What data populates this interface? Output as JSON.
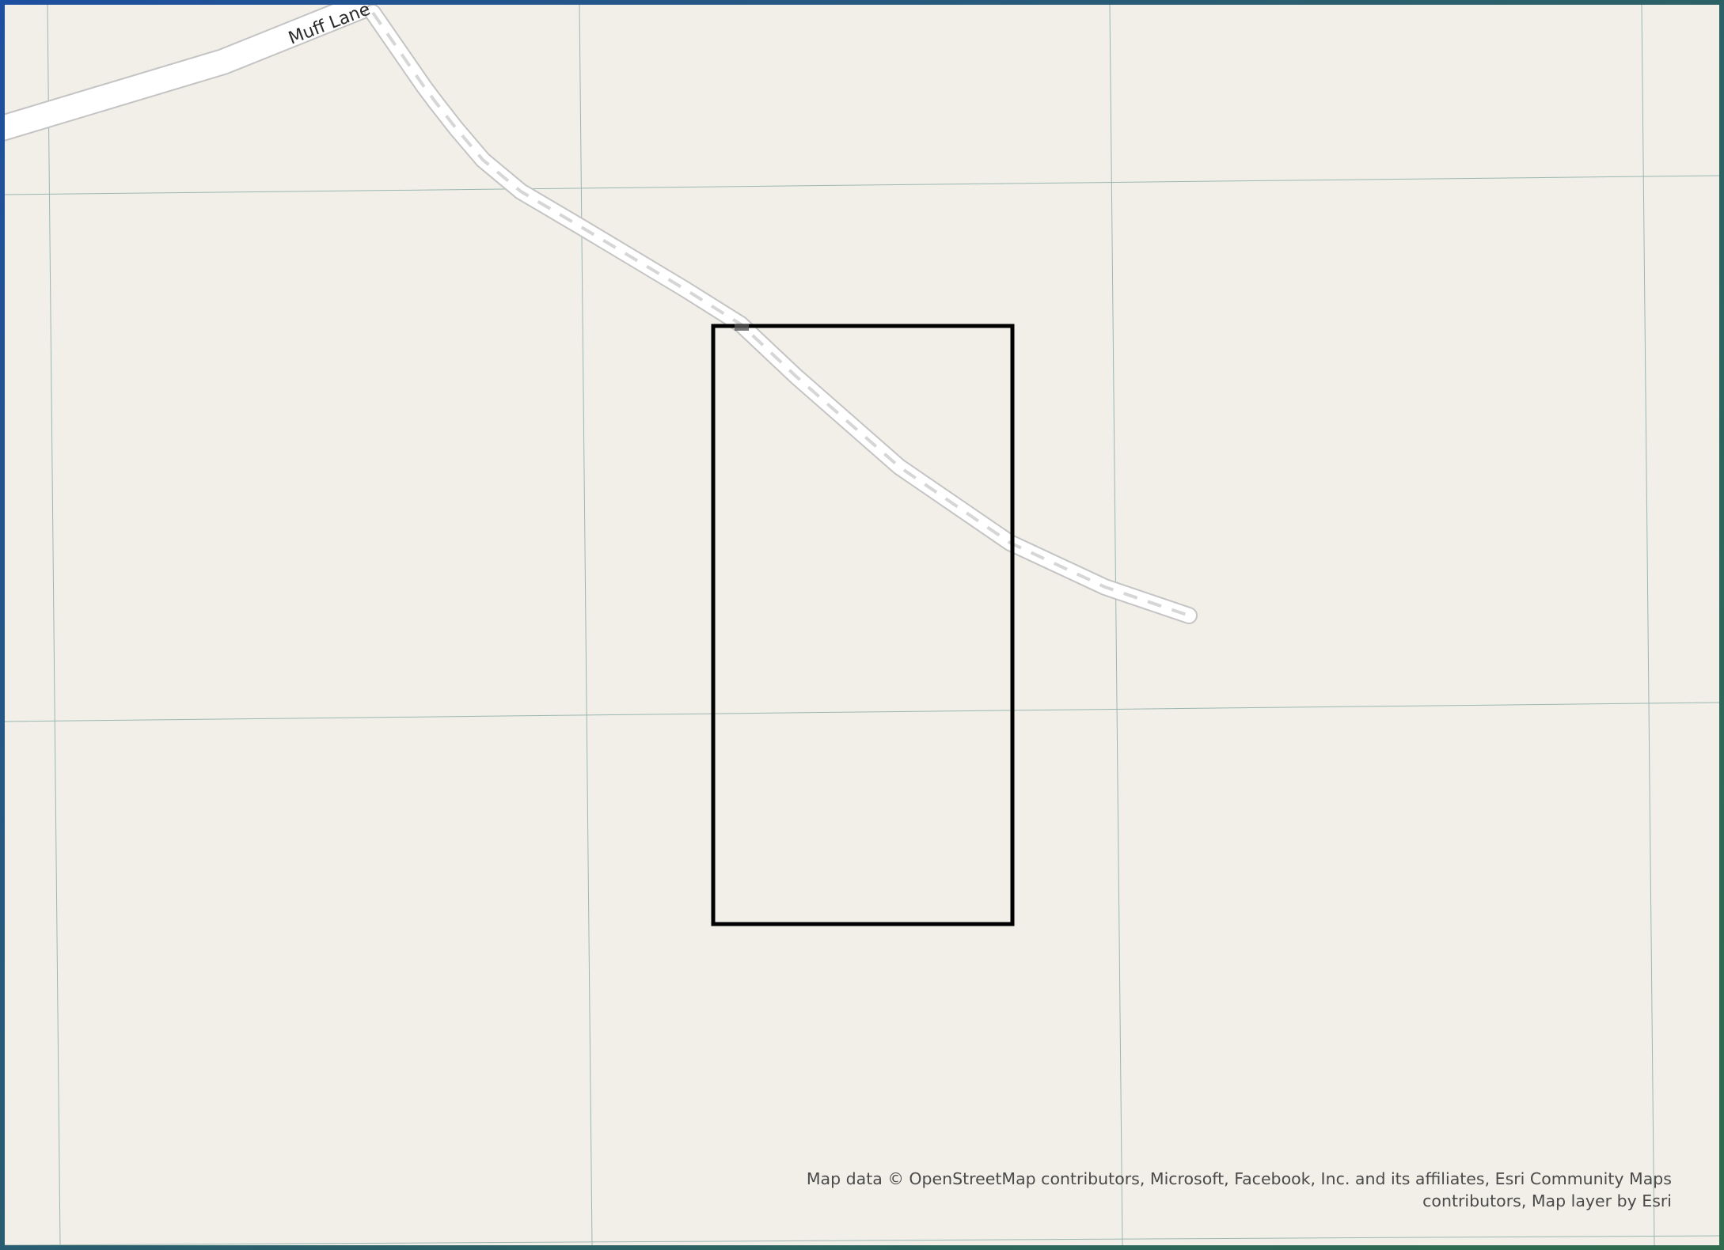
{
  "map": {
    "background_color": "#f1efe8",
    "road_labels": {
      "muff_lane": "Muff Lane"
    },
    "features": {
      "selection_box_color": "#000000",
      "road_casing_color": "#c8c8c8",
      "road_fill_color": "#ffffff",
      "track_dash_color": "#d4d4d4",
      "grid_line_color": "#7fa4a0"
    }
  },
  "attribution": {
    "line1": "Map data © OpenStreetMap contributors, Microsoft, Facebook, Inc. and its affiliates, Esri Community Maps",
    "line2": "contributors, Map layer by Esri"
  }
}
